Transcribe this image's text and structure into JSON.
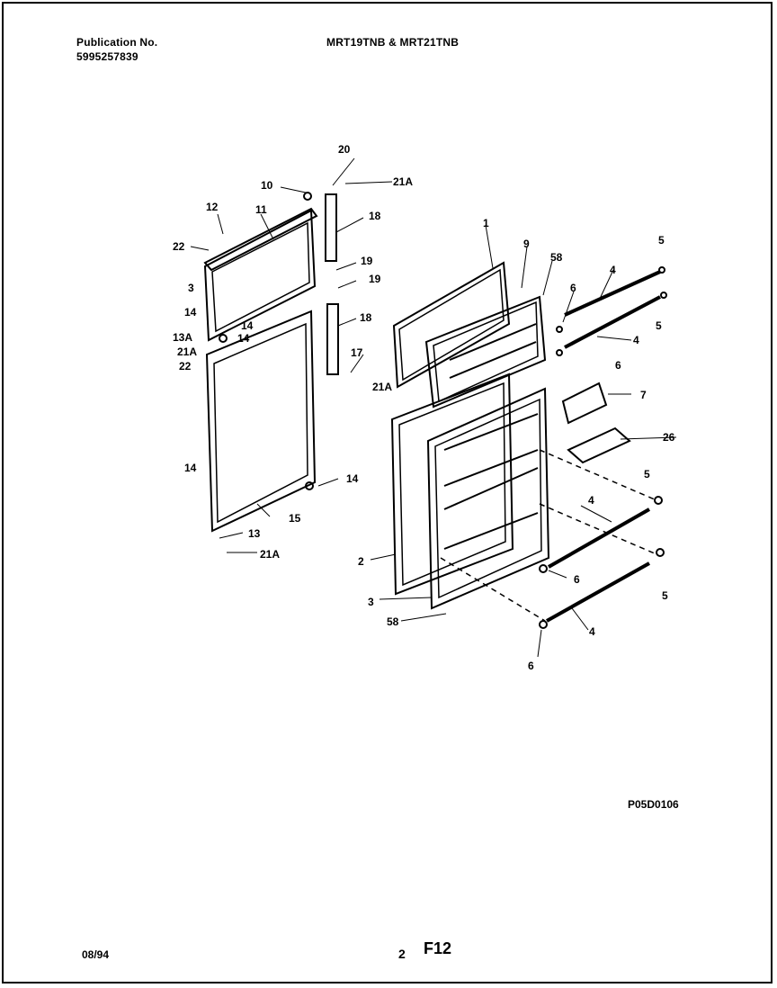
{
  "header": {
    "publication_label": "Publication No.",
    "publication_number": "5995257839",
    "models": "MRT19TNB & MRT21TNB"
  },
  "diagram": {
    "ref_code": "P05D0106",
    "callouts": [
      "20",
      "21A",
      "10",
      "18",
      "12",
      "11",
      "22",
      "3",
      "14",
      "19",
      "19",
      "1",
      "9",
      "58",
      "4",
      "5",
      "6",
      "5",
      "4",
      "6",
      "14",
      "13A",
      "21A",
      "14",
      "22",
      "18",
      "17",
      "21A",
      "7",
      "14",
      "14",
      "26",
      "5",
      "15",
      "4",
      "2",
      "13",
      "21A",
      "6",
      "3",
      "5",
      "58",
      "4",
      "6"
    ]
  },
  "footer": {
    "date": "08/94",
    "page": "2",
    "section": "F12"
  }
}
